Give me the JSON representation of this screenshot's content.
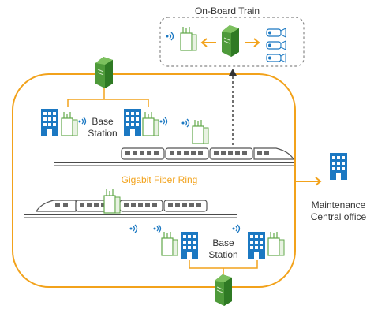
{
  "onboard": {
    "title": "On-Board Train"
  },
  "ring": {
    "label": "Gigabit Fiber Ring"
  },
  "stations": [
    {
      "line1": "Base",
      "line2": "Station"
    },
    {
      "line1": "Base",
      "line2": "Station"
    }
  ],
  "office": {
    "line1": "Maintenance",
    "line2": "Central office"
  },
  "colors": {
    "ring": "#f2a21b",
    "label_orange": "#f2a21b",
    "building_blue": "#1b78c2",
    "device_green": "#62a84a",
    "rail_dark": "#4a4a4a",
    "text": "#333333"
  }
}
